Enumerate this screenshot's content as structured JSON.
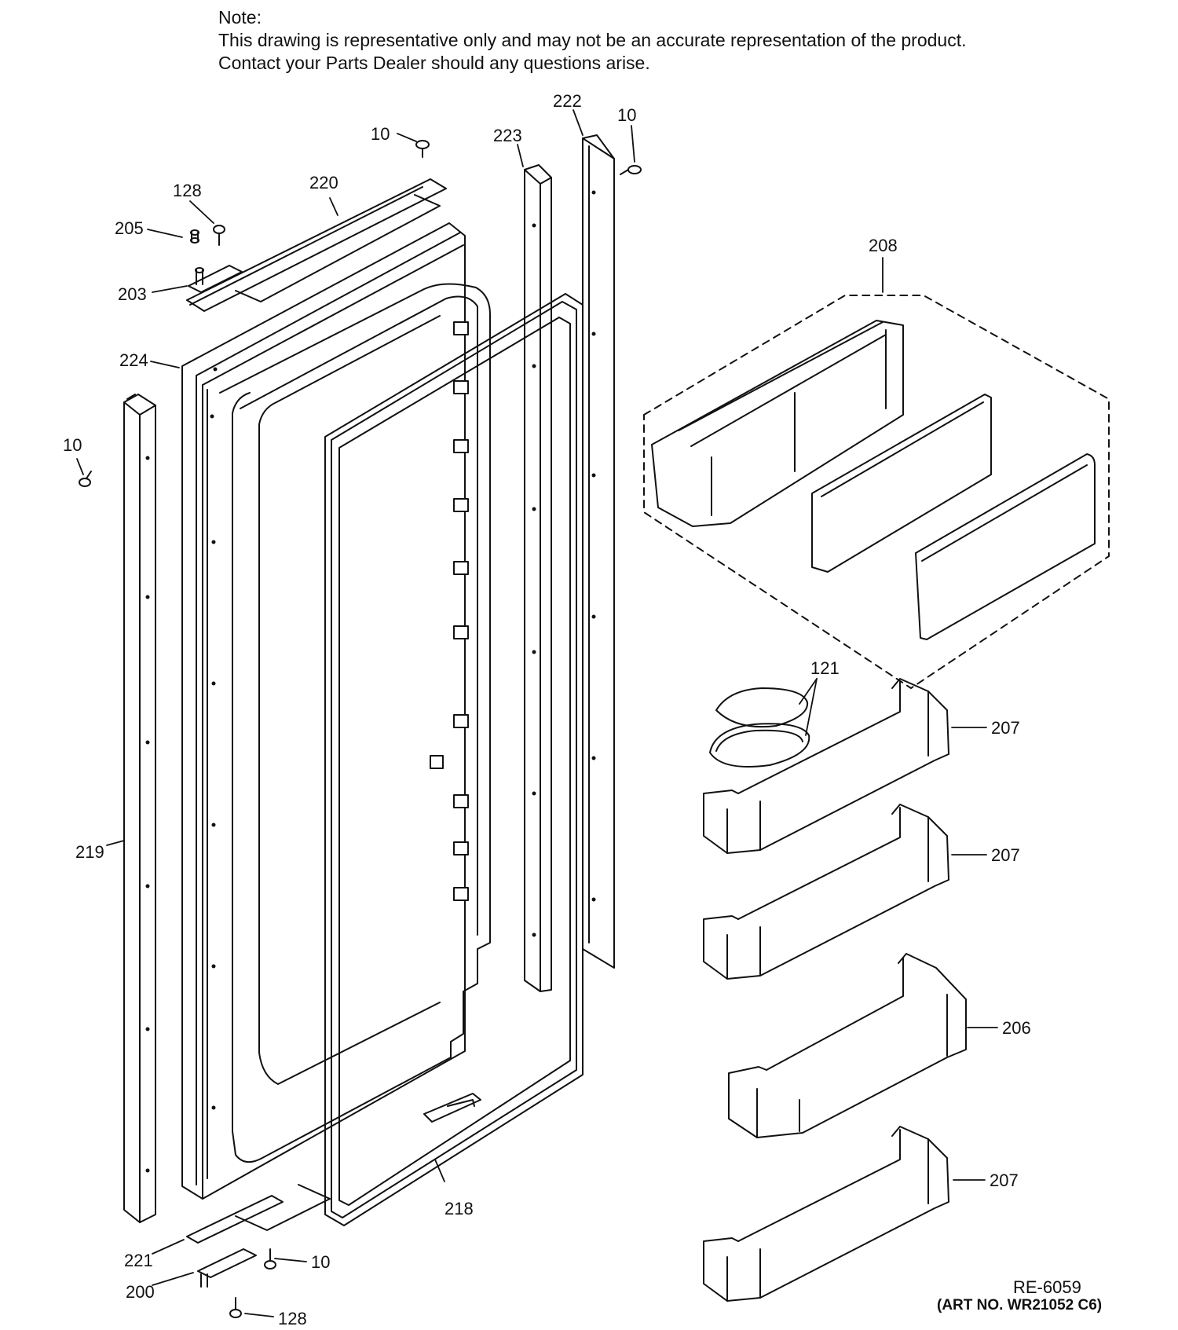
{
  "note": {
    "heading": "Note:",
    "line1": "This drawing is representative only and may not be an accurate representation of the product.",
    "line2": "Contact your Parts Dealer should any questions arise."
  },
  "callouts": {
    "c10_top": "10",
    "c10_top_right": "10",
    "c10_left": "10",
    "c10_bottom": "10",
    "c222": "222",
    "c223": "223",
    "c128_top": "128",
    "c220": "220",
    "c205": "205",
    "c203": "203",
    "c224": "224",
    "c219": "219",
    "c221": "221",
    "c200": "200",
    "c128_bottom": "128",
    "c218": "218",
    "c208": "208",
    "c121": "121",
    "c207_a": "207",
    "c207_b": "207",
    "c206": "206",
    "c207_c": "207"
  },
  "footer": {
    "ref_code": "RE-6059",
    "art_no": "(ART NO. WR21052 C6)"
  }
}
